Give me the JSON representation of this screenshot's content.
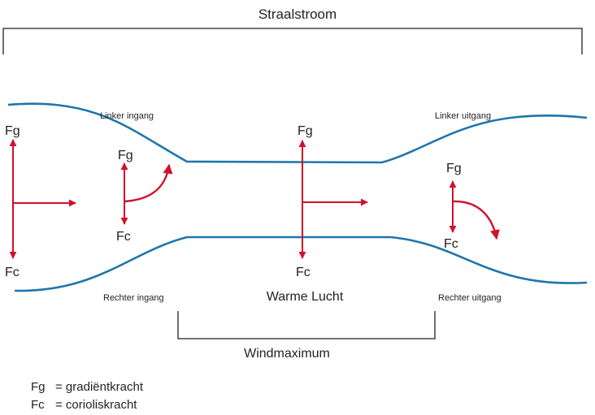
{
  "title": "Straalstroom",
  "regions": {
    "left_entrance": "Linker ingang",
    "right_entrance": "Rechter ingang",
    "left_exit": "Linker uitgang",
    "right_exit": "Rechter uitgang",
    "center": "Warme Lucht"
  },
  "wind_maximum": "Windmaximum",
  "force_labels": {
    "gradient": "Fg",
    "coriolis": "Fc"
  },
  "legend": [
    {
      "symbol": "Fg",
      "text": "= gradiëntkracht"
    },
    {
      "symbol": "Fc",
      "text": "= corioliskracht"
    }
  ],
  "colors": {
    "stream": "#1f75ad",
    "arrow": "#d2102a",
    "text": "#231f20"
  }
}
